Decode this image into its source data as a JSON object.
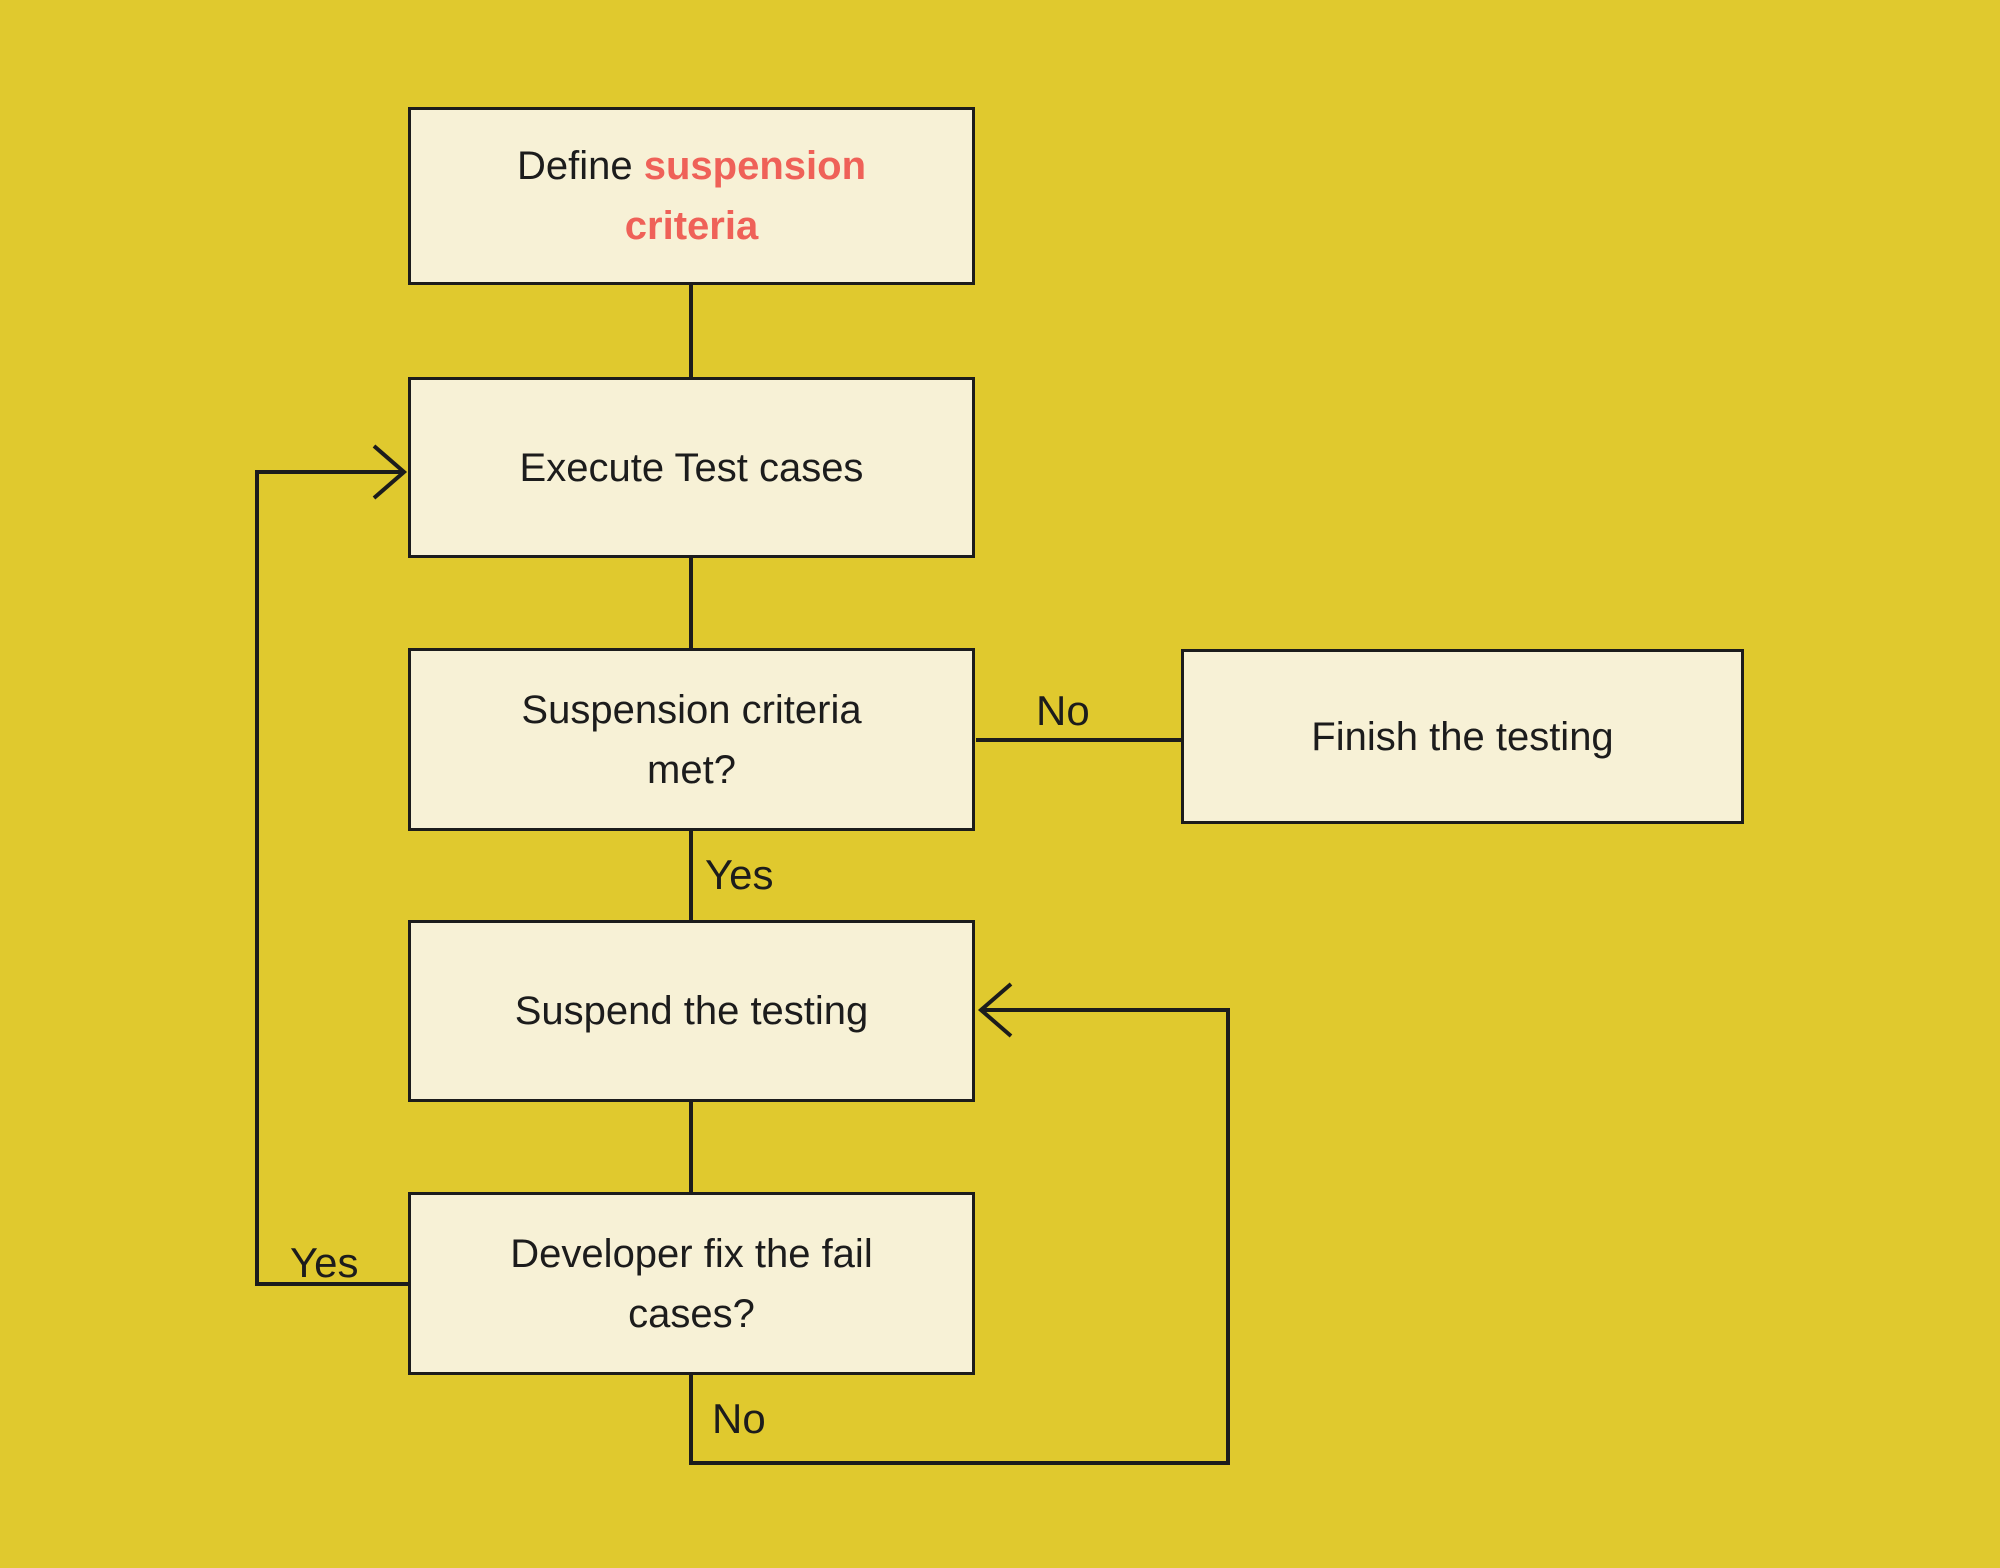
{
  "colors": {
    "background": "#E0C92E",
    "node_fill": "#F7F1D6",
    "line": "#1C1C1C",
    "accent_red": "#EF6158"
  },
  "nodes": {
    "define": {
      "prefix": "Define",
      "highlight": "suspension criteria"
    },
    "execute": {
      "label": "Execute Test cases"
    },
    "criteria_met": {
      "label": "Suspension criteria met?"
    },
    "finish": {
      "label": "Finish the testing"
    },
    "suspend": {
      "label": "Suspend the testing"
    },
    "developer_fix": {
      "label": "Developer fix the fail cases?"
    }
  },
  "edge_labels": {
    "criteria_no": "No",
    "criteria_yes": "Yes",
    "developer_yes": "Yes",
    "developer_no": "No"
  }
}
